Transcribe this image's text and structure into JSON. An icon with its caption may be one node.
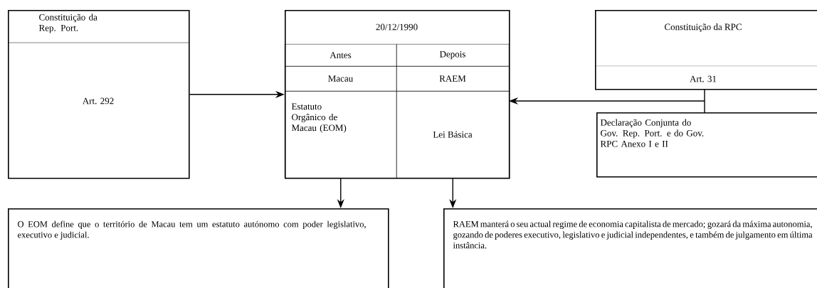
{
  "diagram": {
    "nodes": [
      {
        "text": [
          "Constituição da Rep. Port.",
          "Art. 292"
        ]
      },
      {
        "text": [
          "20/12/1990"
        ]
      },
      {
        "text": [
          "Antes"
        ],
        "in": 1
      },
      {
        "text": [
          "Depois"
        ],
        "in": 1
      },
      {
        "text": [
          "Macau"
        ],
        "in": 1
      },
      {
        "text": [
          "RAEM"
        ],
        "in": 1
      },
      {
        "text": [
          "Estatuto Orgânico de Macau (EOM)"
        ],
        "in": 1
      },
      {
        "text": [
          "Lei Básica"
        ],
        "in": 1
      },
      {
        "text": [
          "Constituição da RPC",
          "Art. 31"
        ]
      },
      {
        "text": [
          "Declaração Conjunta do Gov. Rep. Port. e do Gov. RPC Anexo I e II"
        ]
      },
      {
        "text": [
          "O EOM define que o território de Macau tem um estatuto autónomo com poder legislativo, executivo e judicial."
        ]
      },
      {
        "text": [
          "RAEM manterá o seu actual regime de economia capitalista de mercado; gozará da máxima autonomia, gozando de poderes executivo, legislativo e judicial independentes, e também de julgamento em última instância."
        ]
      }
    ],
    "edges": [
      {
        "from": 0,
        "to": 6,
        "arrow": "to"
      },
      {
        "from": 8,
        "to": 7,
        "arrow": "to"
      },
      {
        "from": 9,
        "to": 7,
        "arrow": "to"
      },
      {
        "from": 6,
        "to": 10,
        "arrow": "to"
      },
      {
        "from": 7,
        "to": 11,
        "arrow": "to"
      }
    ]
  }
}
